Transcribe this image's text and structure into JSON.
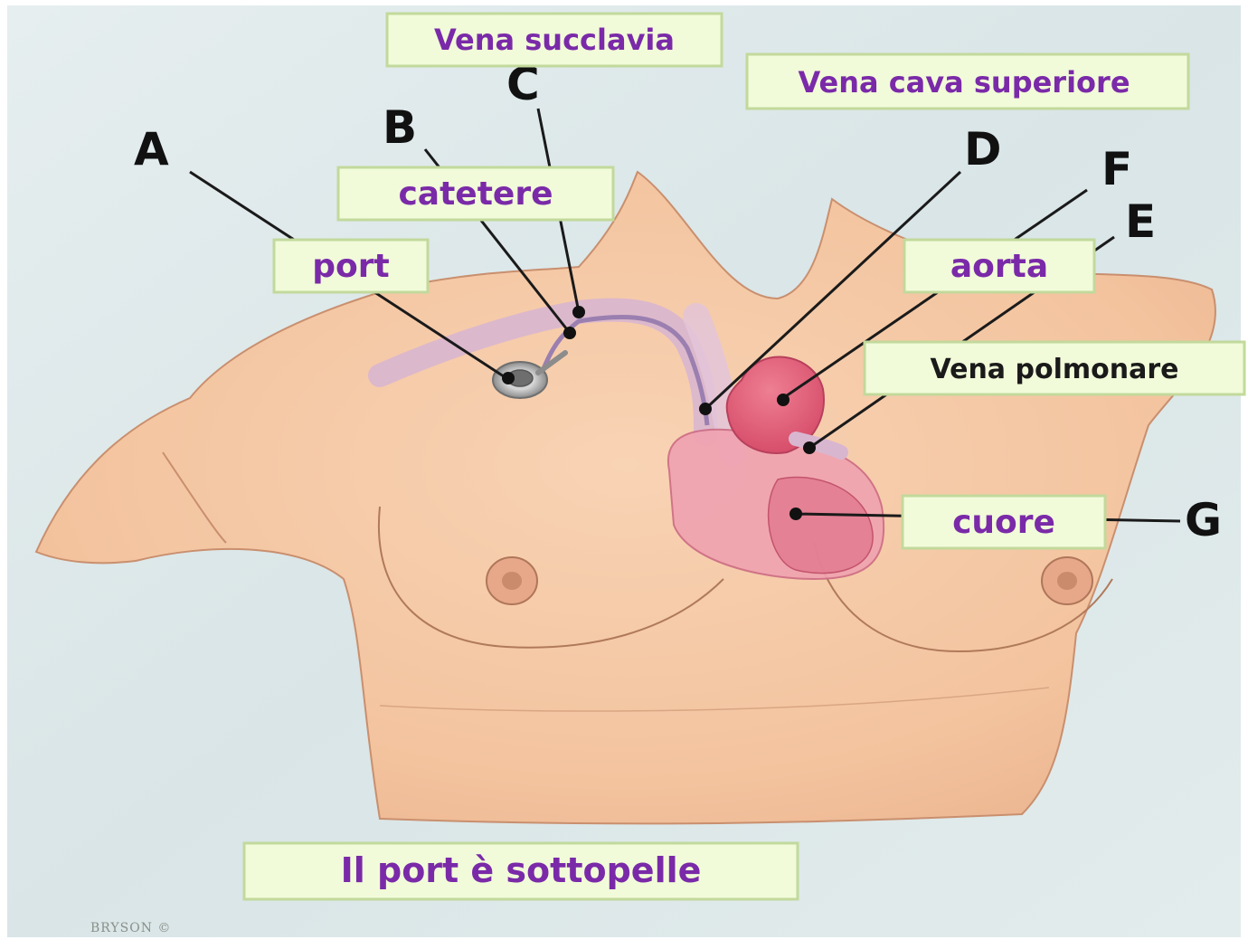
{
  "labels": {
    "vena_succlavia": "Vena succlavia",
    "vena_cava_superiore": "Vena cava superiore",
    "catetere": "catetere",
    "port": "port",
    "aorta": "aorta",
    "vena_polmonare": "Vena polmonare",
    "cuore": "cuore",
    "caption": "Il port è sottopelle"
  },
  "letters": {
    "a": "A",
    "b": "B",
    "c": "C",
    "d": "D",
    "e": "E",
    "f": "F",
    "g": "G"
  },
  "watermark": "BRYSON ©",
  "colors": {
    "label_text": "#7a2aa8",
    "label_background": "#f1fbd9",
    "background": "#dfe9ea",
    "skin": "#f5cba8",
    "heart": "#e0607a",
    "vein": "#d9b6cf"
  }
}
